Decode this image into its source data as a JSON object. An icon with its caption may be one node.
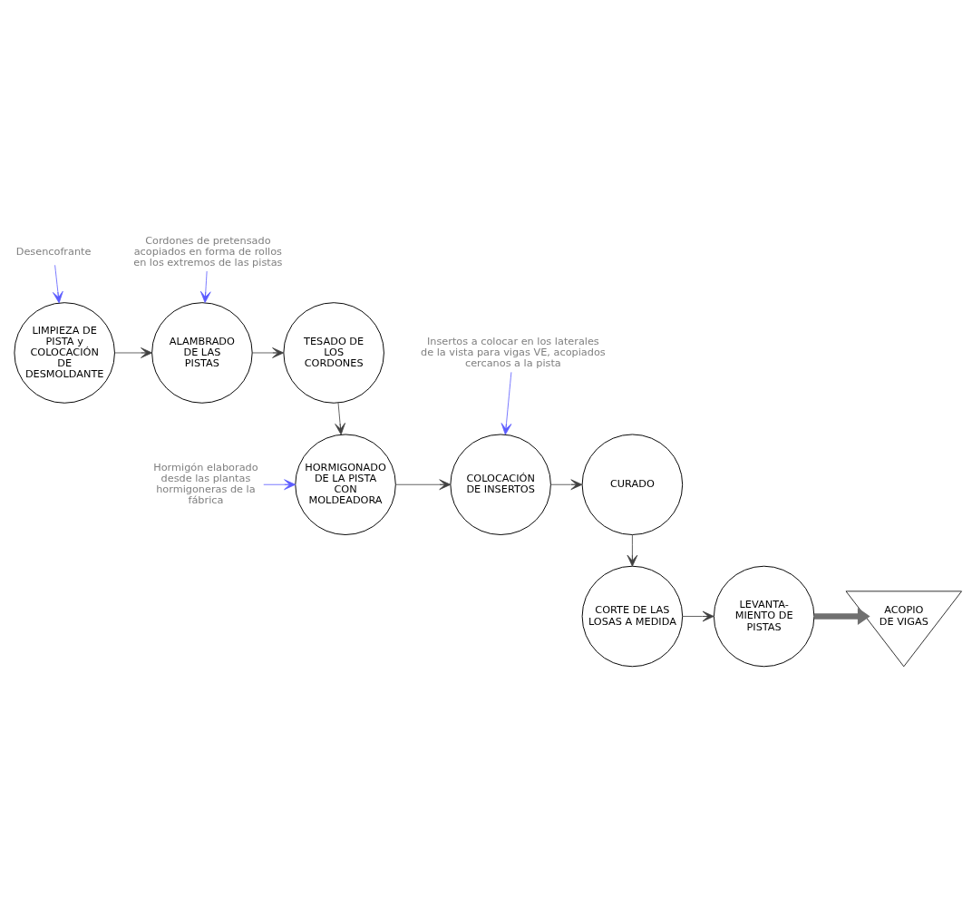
{
  "diagram": {
    "nodes": [
      {
        "text": [
          "Desencofrante"
        ]
      },
      {
        "text": [
          "Cordones de pretensado acopiados en forma de rollos en los extremos de las pistas"
        ]
      },
      {
        "text": [
          "LIMPIEZA DE PISTA y COLOCACIÓN DE DESMOLDANTE"
        ]
      },
      {
        "text": [
          "ALAMBRADO DE LAS PISTAS"
        ]
      },
      {
        "text": [
          "TESADO DE LOS CORDONES"
        ]
      },
      {
        "text": [
          "HORMIGONADO DE LA PISTA CON MOLDEADORA"
        ]
      },
      {
        "text": [
          "Hormigón elaborado desde las plantas hormigoneras de la fábrica"
        ]
      },
      {
        "text": [
          "COLOCACIÓN DE INSERTOS"
        ]
      },
      {
        "text": [
          "CURADO"
        ]
      },
      {
        "text": [
          "Insertos a colocar en los laterales de la vista para vigas VE, acopiados cercanos a la pista"
        ]
      },
      {
        "text": [
          "CORTE DE LAS LOSAS A MEDIDA"
        ]
      },
      {
        "text": [
          "LEVANTA- MIENTO DE PISTAS"
        ]
      },
      {
        "text": [
          "ACOPIO DE VIGAS"
        ]
      }
    ],
    "edges": [
      {
        "from": 0,
        "to": 2,
        "arrow": "to",
        "color": "#5b5bff"
      },
      {
        "from": 1,
        "to": 3,
        "arrow": "to",
        "color": "#5b5bff"
      },
      {
        "from": 2,
        "to": 3,
        "arrow": "to"
      },
      {
        "from": 3,
        "to": 4,
        "arrow": "to"
      },
      {
        "from": 4,
        "to": 5,
        "arrow": "to"
      },
      {
        "from": 6,
        "to": 5,
        "arrow": "to",
        "color": "#5b5bff"
      },
      {
        "from": 5,
        "to": 7,
        "arrow": "to"
      },
      {
        "from": 7,
        "to": 8,
        "arrow": "to"
      },
      {
        "from": 9,
        "to": 7,
        "arrow": "to",
        "color": "#5b5bff"
      },
      {
        "from": 8,
        "to": 10,
        "arrow": "to"
      },
      {
        "from": 10,
        "to": 11,
        "arrow": "to"
      },
      {
        "from": 11,
        "to": 12,
        "arrow": "to",
        "style": "thick",
        "color": "#707070"
      }
    ]
  }
}
